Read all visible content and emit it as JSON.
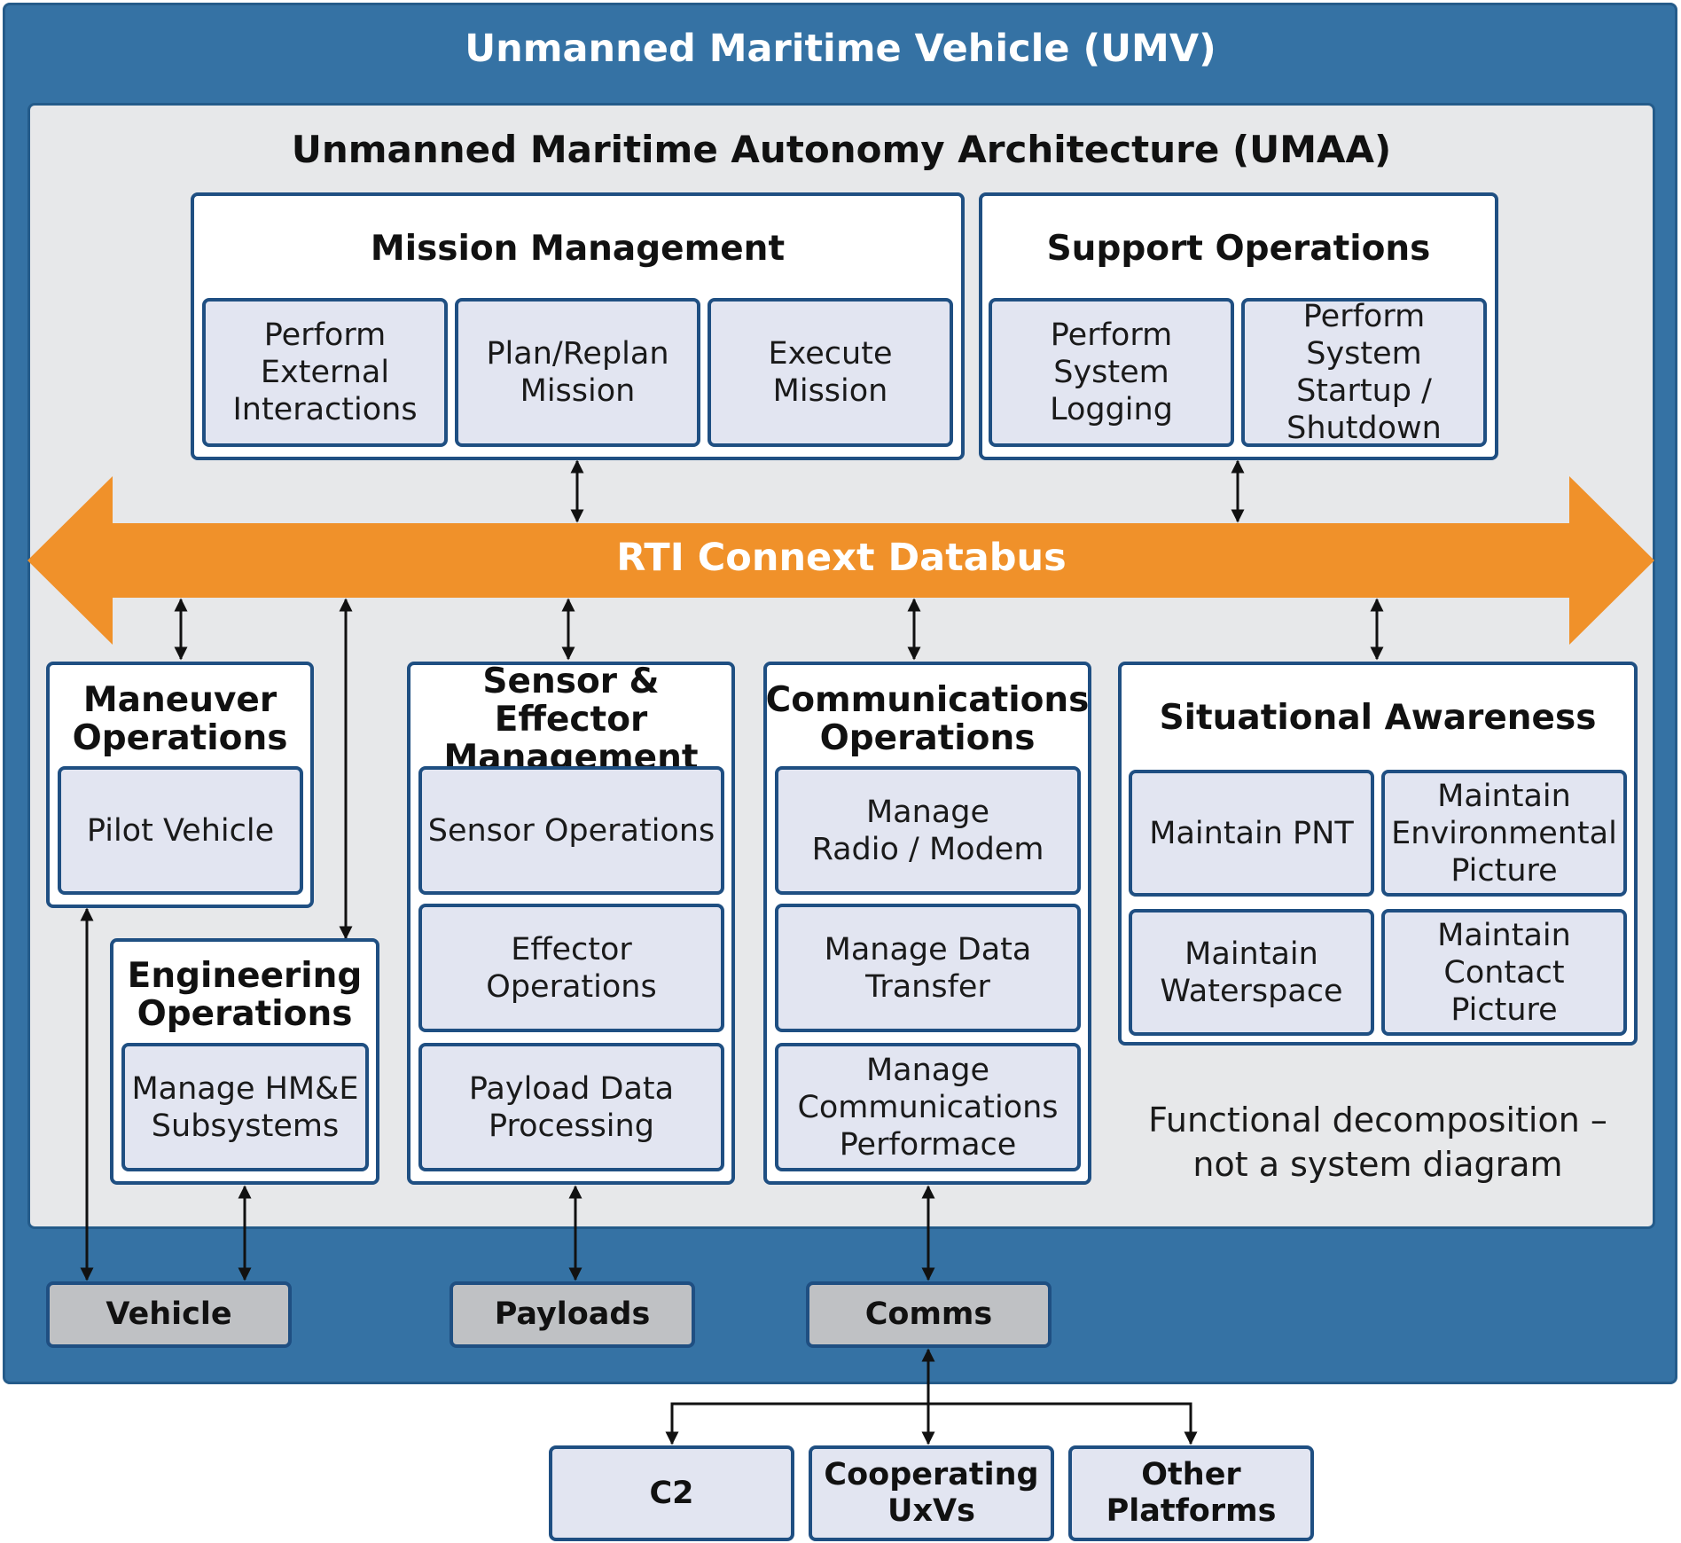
{
  "umv_title": "Unmanned Maritime Vehicle (UMV)",
  "umaa_title": "Unmanned Maritime Autonomy Architecture (UMAA)",
  "databus_label": "RTI Connext Databus",
  "mission_management": {
    "title": "Mission Management",
    "functions": [
      "Perform\nExternal\nInteractions",
      "Plan/Replan\nMission",
      "Execute\nMission"
    ]
  },
  "support_operations": {
    "title": "Support Operations",
    "functions": [
      "Perform\nSystem\nLogging",
      "Perform System\nStartup /\nShutdown"
    ]
  },
  "maneuver_operations": {
    "title": "Maneuver\nOperations",
    "functions": [
      "Pilot Vehicle"
    ]
  },
  "engineering_operations": {
    "title": "Engineering\nOperations",
    "functions": [
      "Manage HM&E\nSubsystems"
    ]
  },
  "sensor_effector_management": {
    "title": "Sensor & Effector\nManagement",
    "functions": [
      "Sensor Operations",
      "Effector Operations",
      "Payload Data\nProcessing"
    ]
  },
  "communications_operations": {
    "title": "Communications\nOperations",
    "functions": [
      "Manage\nRadio / Modem",
      "Manage Data\nTransfer",
      "Manage\nCommunications\nPerformace"
    ]
  },
  "situational_awareness": {
    "title": "Situational Awareness",
    "functions": [
      "Maintain PNT",
      "Maintain\nEnvironmental\nPicture",
      "Maintain\nWaterspace",
      "Maintain\nContact Picture"
    ]
  },
  "note": "Functional decomposition –\nnot a system diagram",
  "interfaces": [
    "Vehicle",
    "Payloads",
    "Comms"
  ],
  "external_nodes": [
    "C2",
    "Cooperating\nUxVs",
    "Other\nPlatforms"
  ],
  "colors": {
    "umv_background": "#3572a4",
    "umaa_background": "#e7e8ea",
    "border": "#1f4f82",
    "databus": "#f0912a",
    "function_box": "#e2e5f1",
    "interface_box": "#bfc1c4"
  }
}
